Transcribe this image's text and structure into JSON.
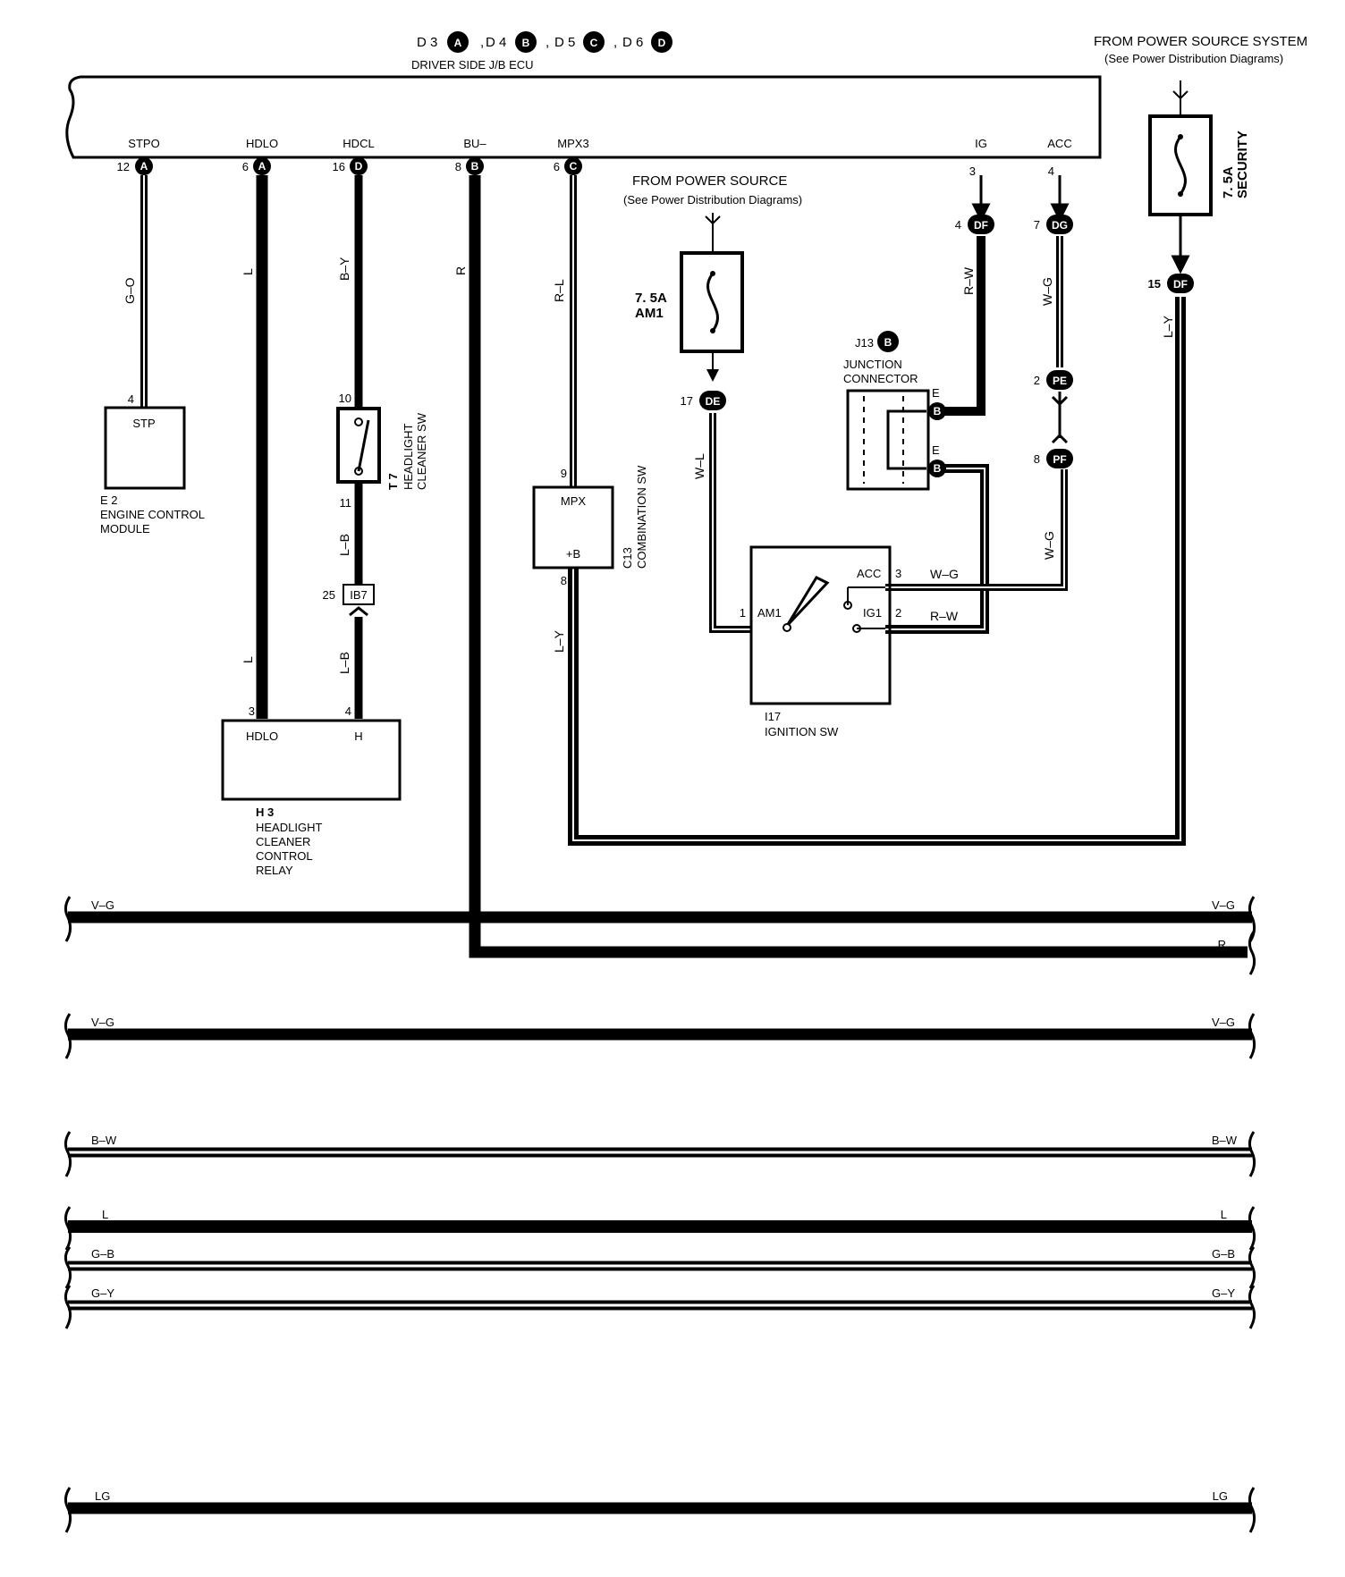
{
  "header": {
    "connectors": [
      "D 3",
      "D 4",
      "D 5",
      "D 6"
    ],
    "connector_codes": [
      "A",
      "B",
      "C",
      "D"
    ],
    "ecu_name": "DRIVER SIDE J/B ECU",
    "power_source_system": "FROM POWER SOURCE SYSTEM",
    "power_source_system_note": "(See Power Distribution Diagrams)"
  },
  "ecu_terminals": {
    "stpo": "STPO",
    "hdlo": "HDLO",
    "hdcl": "HDCL",
    "bu": "BU–",
    "mpx3": "MPX3",
    "ig": "IG",
    "acc": "ACC"
  },
  "pins": {
    "stpo": "12",
    "hdlo": "6",
    "hdcl": "16",
    "bu": "8",
    "mpx3": "6",
    "ig": "3",
    "acc": "4",
    "df4": "4",
    "dg7": "7",
    "df15": "15",
    "de17": "17",
    "pe2": "2",
    "pf8": "8",
    "e2_4": "4",
    "t7_10": "10",
    "t7_11": "11",
    "ib7_25": "25",
    "h3_3": "3",
    "h3_4": "4",
    "c13_9": "9",
    "c13_8": "8",
    "i17_1": "1",
    "i17_3": "3",
    "i17_2": "2"
  },
  "codes": {
    "A": "A",
    "D": "D",
    "B": "B",
    "C": "C",
    "DF": "DF",
    "DG": "DG",
    "DE": "DE",
    "PE": "PE",
    "PF": "PF",
    "IB7": "IB7"
  },
  "wires": {
    "go": "G–O",
    "l": "L",
    "by": "B–Y",
    "r": "R",
    "rl": "R–L",
    "rw": "R–W",
    "wg": "W–G",
    "ly": "L–Y",
    "lb": "L–B",
    "wl": "W–L"
  },
  "power_source": {
    "label": "FROM POWER SOURCE",
    "note": "(See Power Distribution Diagrams)"
  },
  "fuses": {
    "am1_rating": "7. 5A",
    "am1_name": "AM1",
    "security_rating": "7. 5A",
    "security_name": "SECURITY"
  },
  "components": {
    "e2": {
      "id": "E 2",
      "line1": "ENGINE CONTROL",
      "line2": "MODULE",
      "terminal": "STP"
    },
    "t7": {
      "id": "T 7",
      "line1": "HEADLIGHT",
      "line2": "CLEANER SW"
    },
    "h3": {
      "id": "H 3",
      "line1": "HEADLIGHT",
      "line2": "CLEANER",
      "line3": "CONTROL",
      "line4": "RELAY",
      "t1": "HDLO",
      "t2": "H"
    },
    "c13": {
      "id": "C13",
      "name": "COMBINATION SW",
      "t1": "MPX",
      "t2": "+B"
    },
    "j13": {
      "id": "J13",
      "code": "B",
      "line1": "JUNCTION",
      "line2": "CONNECTOR",
      "pin_e": "E",
      "pin_b": "B"
    },
    "i17": {
      "id": "I17",
      "name": "IGNITION SW",
      "am1": "AM1",
      "acc": "ACC",
      "ig1": "IG1"
    }
  },
  "bus_lines": [
    {
      "left": "V–G",
      "right": "V–G"
    },
    {
      "left": "",
      "right": "R"
    },
    {
      "left": "V–G",
      "right": "V–G"
    },
    {
      "left": "B–W",
      "right": "B–W"
    },
    {
      "left": "L",
      "right": "L"
    },
    {
      "left": "G–B",
      "right": "G–B"
    },
    {
      "left": "G–Y",
      "right": "G–Y"
    },
    {
      "left": "LG",
      "right": "LG"
    }
  ]
}
